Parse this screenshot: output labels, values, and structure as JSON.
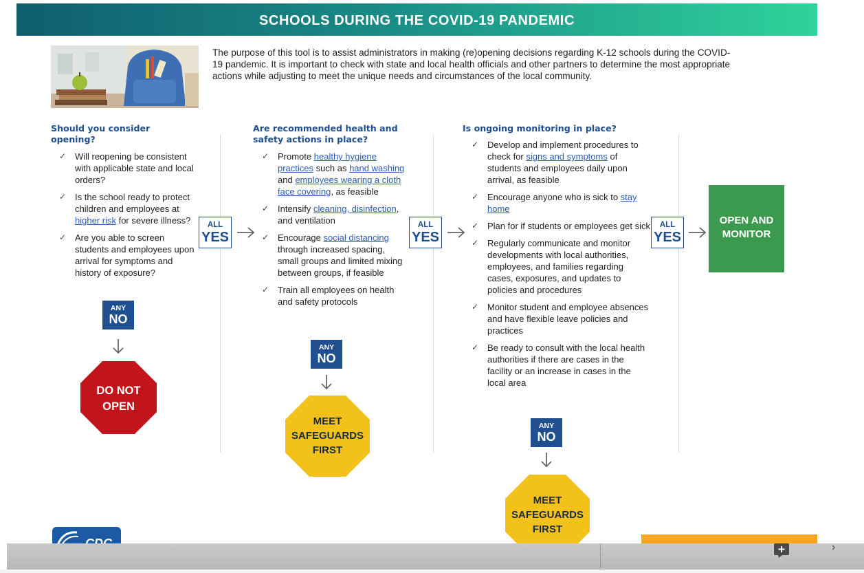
{
  "header": {
    "title": "SCHOOLS DURING THE COVID-19 PANDEMIC"
  },
  "intro": {
    "text": "The purpose of this tool is to assist administrators in making (re)opening decisions regarding K-12 schools during the COVID-19 pandemic. It is important to check with state and local health officials and other partners to determine the most appropriate actions while adjusting to meet the unique needs and circumstances of the local community."
  },
  "colors": {
    "banner_start": "#0f5e6e",
    "banner_end": "#2fd39b",
    "navy": "#1f4f8f",
    "stop_red": "#c1141b",
    "caution_yellow": "#f2c21b",
    "open_green": "#3c9a4e",
    "link": "#2a5db0"
  },
  "columns": [
    {
      "heading": "Should you consider opening?",
      "items": [
        {
          "parts": [
            {
              "t": "Will reopening be consistent with applicable state and local orders?"
            }
          ]
        },
        {
          "parts": [
            {
              "t": "Is the school ready to protect children and employees at "
            },
            {
              "t": "higher risk",
              "link": true
            },
            {
              "t": " for severe illness?"
            }
          ]
        },
        {
          "parts": [
            {
              "t": "Are you able to screen students and employees upon arrival for symptoms and history of exposure?"
            }
          ]
        }
      ],
      "no_badge": {
        "small": "ANY",
        "big": "NO"
      },
      "outcome": {
        "line1": "DO NOT",
        "line2": "OPEN"
      }
    },
    {
      "heading": "Are recommended health and safety actions in place?",
      "items": [
        {
          "parts": [
            {
              "t": "Promote "
            },
            {
              "t": "healthy hygiene practices",
              "link": true
            },
            {
              "t": " such as "
            },
            {
              "t": "hand washing",
              "link": true
            },
            {
              "t": " and "
            },
            {
              "t": "employees wearing a cloth face covering",
              "link": true
            },
            {
              "t": ", as feasible"
            }
          ]
        },
        {
          "parts": [
            {
              "t": "Intensify "
            },
            {
              "t": "cleaning, disinfection",
              "link": true
            },
            {
              "t": ", and ventilation"
            }
          ]
        },
        {
          "parts": [
            {
              "t": "Encourage "
            },
            {
              "t": "social distancing",
              "link": true
            },
            {
              "t": " through increased spacing, small groups and limited mixing between groups, if feasible"
            }
          ]
        },
        {
          "parts": [
            {
              "t": "Train all employees on health and safety protocols"
            }
          ]
        }
      ],
      "no_badge": {
        "small": "ANY",
        "big": "NO"
      },
      "outcome": {
        "line1": "MEET",
        "line2": "SAFEGUARDS",
        "line3": "FIRST"
      }
    },
    {
      "heading": "Is ongoing monitoring in place?",
      "items": [
        {
          "parts": [
            {
              "t": "Develop and implement procedures to check for "
            },
            {
              "t": "signs and symptoms",
              "link": true
            },
            {
              "t": " of students and employees daily upon arrival, as feasible"
            }
          ]
        },
        {
          "parts": [
            {
              "t": "Encourage anyone who is sick to "
            },
            {
              "t": "stay home",
              "link": true
            }
          ]
        },
        {
          "parts": [
            {
              "t": "Plan for if students or employees get sick"
            }
          ]
        },
        {
          "parts": [
            {
              "t": "Regularly communicate  and monitor developments with local authorities, employees, and families regarding cases, exposures, and updates to policies and procedures"
            }
          ]
        },
        {
          "parts": [
            {
              "t": "Monitor student and employee absences and have flexible leave policies and practices"
            }
          ]
        },
        {
          "parts": [
            {
              "t": "Be ready to consult with the local health authorities if there are cases in the facility or an increase in cases in the local area"
            }
          ]
        }
      ],
      "no_badge": {
        "small": "ANY",
        "big": "NO"
      },
      "outcome": {
        "line1": "MEET",
        "line2": "SAFEGUARDS",
        "line3": "FIRST"
      }
    }
  ],
  "yes_badges": [
    {
      "small": "ALL",
      "big": "YES"
    },
    {
      "small": "ALL",
      "big": "YES"
    },
    {
      "small": "ALL",
      "big": "YES"
    }
  ],
  "final": {
    "line1": "OPEN AND",
    "line2": "MONITOR"
  },
  "logo": {
    "text": "CDC"
  },
  "check_glyph": "✓",
  "next_glyph": "›"
}
